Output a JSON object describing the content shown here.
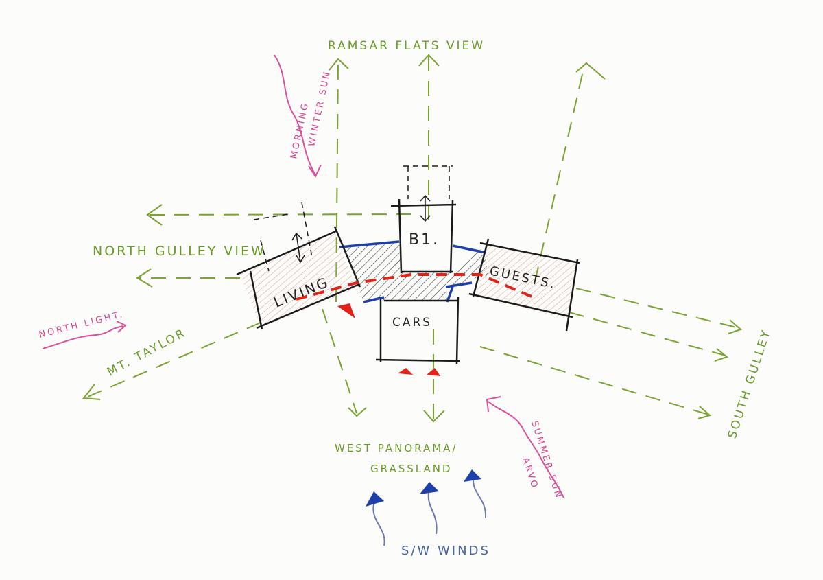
{
  "title_view": "RAMSAR FLATS VIEW",
  "rooms": {
    "living": "LIVING",
    "bedroom": "B1.",
    "guests": "GUESTS.",
    "cars": "CARS"
  },
  "views": {
    "north_gulley": "NORTH GULLEY VIEW",
    "mt_taylor": "MT. TAYLOR",
    "west_line1": "WEST PANORAMA/",
    "west_line2": "GRASSLAND",
    "south_gulley": "SOUTH GULLEY"
  },
  "climate": {
    "morning_line1": "MORNING",
    "morning_line2": "WINTER SUN.",
    "north_light": "NORTH LIGHT.",
    "arvo_line1": "ARVO",
    "arvo_line2": "SUMMER SUN",
    "winds": "S/W WINDS"
  },
  "colors": {
    "views": "#6a9a2a",
    "sun": "#d4458f",
    "wind": "#1e3fa8",
    "entry": "#e2231a",
    "ink": "#1a1a1a"
  }
}
